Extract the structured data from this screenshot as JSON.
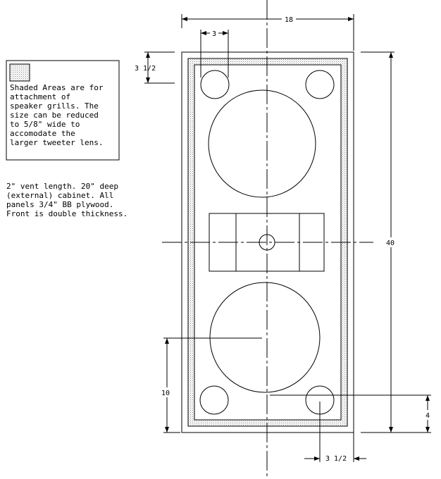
{
  "legend": {
    "lines": [
      "Shaded Areas are for",
      "attachment of",
      "speaker grills.  The",
      "size can be reduced",
      "to 5/8\" wide to",
      "accomodate the",
      "larger tweeter lens."
    ]
  },
  "note": {
    "lines": [
      "2\" vent length.  20\" deep",
      "(external) cabinet.  All",
      "panels 3/4\" BB plywood.",
      "Front is double thickness."
    ]
  },
  "dimensions": {
    "overall_width": "18",
    "tweeter_width": "3",
    "top_offset": "3 1/2",
    "overall_height": "40",
    "woofer_height": "10",
    "port_height": "4",
    "port_offset": "3 1/2"
  },
  "colors": {
    "line": "#000000",
    "background": "#ffffff",
    "shading": "#9a9a9a"
  }
}
